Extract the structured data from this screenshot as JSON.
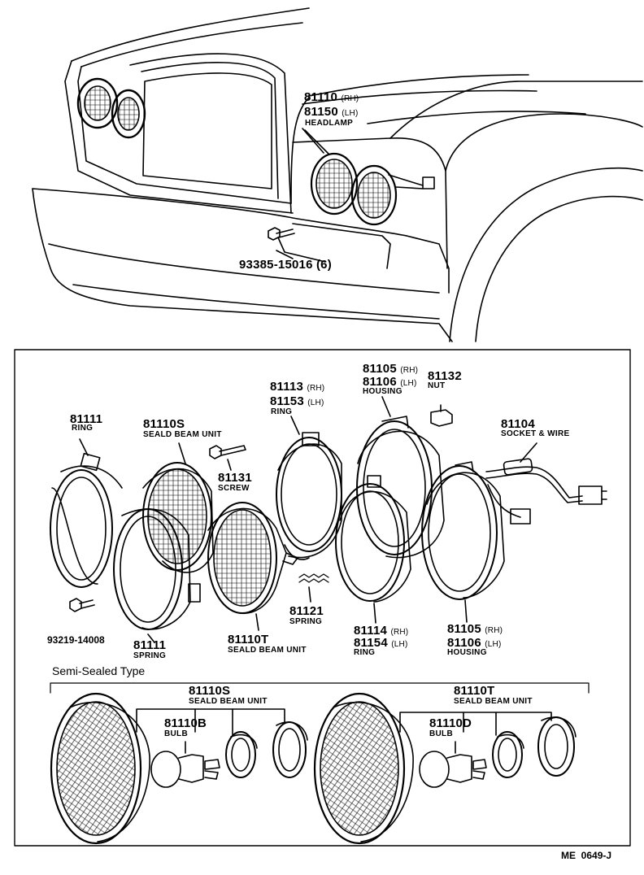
{
  "diagram": {
    "vehicle_callout": {
      "part_rh": "81110",
      "suffix_rh": "(RH)",
      "part_lh": "81150",
      "suffix_lh": "(LH)",
      "name": "HEADLAMP",
      "bolt": "93385-15016 (6)"
    },
    "exploded": {
      "ring_left": {
        "part": "81111",
        "name": "RING"
      },
      "seald_beam_s": {
        "part": "81110S",
        "name": "SEALD BEAM UNIT"
      },
      "screw": {
        "part": "81131",
        "name": "SCREW"
      },
      "ring_mid": {
        "part_rh": "81113",
        "suffix_rh": "(RH)",
        "part_lh": "81153",
        "suffix_lh": "(LH)",
        "name": "RING"
      },
      "housing_top": {
        "part_rh": "81105",
        "suffix_rh": "(RH)",
        "part_lh": "81106",
        "suffix_lh": "(LH)",
        "name": "HOUSING"
      },
      "nut": {
        "part": "81132",
        "name": "NUT"
      },
      "socket": {
        "part": "81104",
        "name": "SOCKET & WIRE"
      },
      "screw_small": {
        "part": "93219-14008"
      },
      "spring_left": {
        "part": "81111",
        "name": "SPRING"
      },
      "seald_beam_t": {
        "part": "81110T",
        "name": "SEALD BEAM UNIT"
      },
      "spring_mid": {
        "part": "81121",
        "name": "SPRING"
      },
      "ring_low": {
        "part_rh": "81114",
        "suffix_rh": "(RH)",
        "part_lh": "81154",
        "suffix_lh": "(LH)",
        "name": "RING"
      },
      "housing_low": {
        "part_rh": "81105",
        "suffix_rh": "(RH)",
        "part_lh": "81106",
        "suffix_lh": "(LH)",
        "name": "HOUSING"
      }
    },
    "semi_sealed": {
      "title": "Semi-Sealed Type",
      "left": {
        "unit_part": "81110S",
        "unit_name": "SEALD BEAM UNIT",
        "bulb_part": "81110B",
        "bulb_name": "BULB"
      },
      "right": {
        "unit_part": "81110T",
        "unit_name": "SEALD BEAM UNIT",
        "bulb_part": "81110D",
        "bulb_name": "BULB"
      }
    },
    "footer_code": "ME  0649-J"
  }
}
